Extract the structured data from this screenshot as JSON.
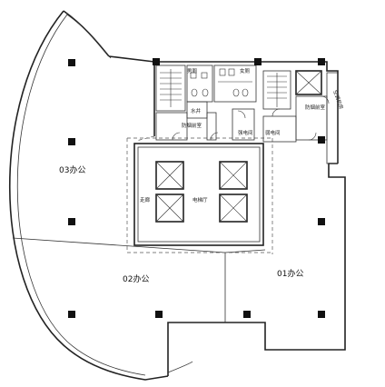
{
  "labels": {
    "office_03": "03办公",
    "office_02": "02办公",
    "office_01": "01办公",
    "men_wc": "男厕",
    "women_wc": "女厕",
    "water_shaft": "水井",
    "smoke_room_left": "防烟前室",
    "smoke_room_right": "防烟前室",
    "strong_elec": "强电间",
    "weak_elec": "弱电间",
    "corridor": "走廊",
    "elevator_hall": "电梯厅",
    "shaft_vertical": "空调机房"
  }
}
